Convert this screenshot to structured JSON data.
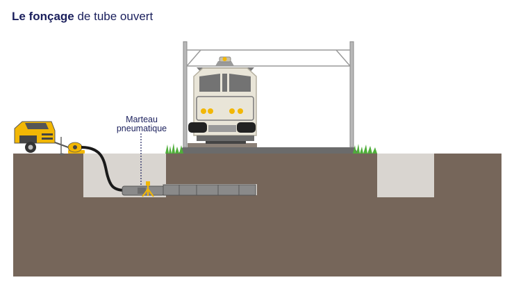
{
  "title": {
    "bold": "Le fonçage",
    "rest": " de tube ouvert"
  },
  "labels": {
    "hammer_line1": "Marteau",
    "hammer_line2": "pneumatique"
  },
  "colors": {
    "soil": "#76665a",
    "pit": "#d9d5d0",
    "title": "#1a1f5c",
    "compressor": "#f2b705",
    "pipe": "#8a8a8a",
    "grass": "#4fae3a",
    "train": "#e9e5d8",
    "rail_bed": "#6b6b6b"
  },
  "icons": [
    "compressor-icon",
    "pneumatic-hammer-icon",
    "train-icon",
    "catenary-icon",
    "grass-icon"
  ]
}
